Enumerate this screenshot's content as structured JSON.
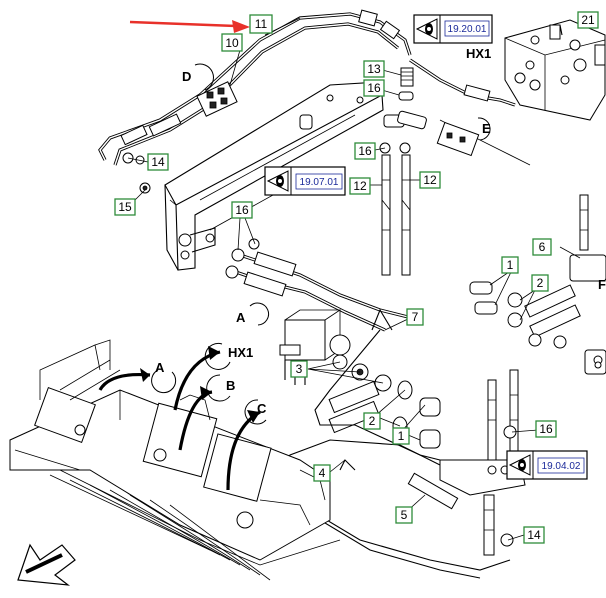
{
  "callouts": {
    "c11": "11",
    "c10": "10",
    "c13": "13",
    "c16a": "16",
    "c16b": "16",
    "c12a": "12",
    "c12b": "12",
    "c14a": "14",
    "c15": "15",
    "c16c": "16",
    "c21": "21",
    "c6": "6",
    "c1a": "1",
    "c2a": "2",
    "c7": "7",
    "c3": "3",
    "c2b": "2",
    "c1b": "1",
    "c4": "4",
    "c5": "5",
    "c16d": "16",
    "c14b": "14"
  },
  "refs": {
    "r1": "19.20.01",
    "r2": "19.07.01",
    "r3": "19.04.02"
  },
  "views": {
    "D": "D",
    "E": "E",
    "HX1_top": "HX1",
    "A": "A",
    "A_small": "A",
    "HX1_small": "HX1",
    "B": "B",
    "C": "C",
    "F": "F"
  },
  "colors": {
    "callout_border": "#2e8b3a",
    "ref_text": "#1b2a9a",
    "arrow": "#e8312a"
  }
}
